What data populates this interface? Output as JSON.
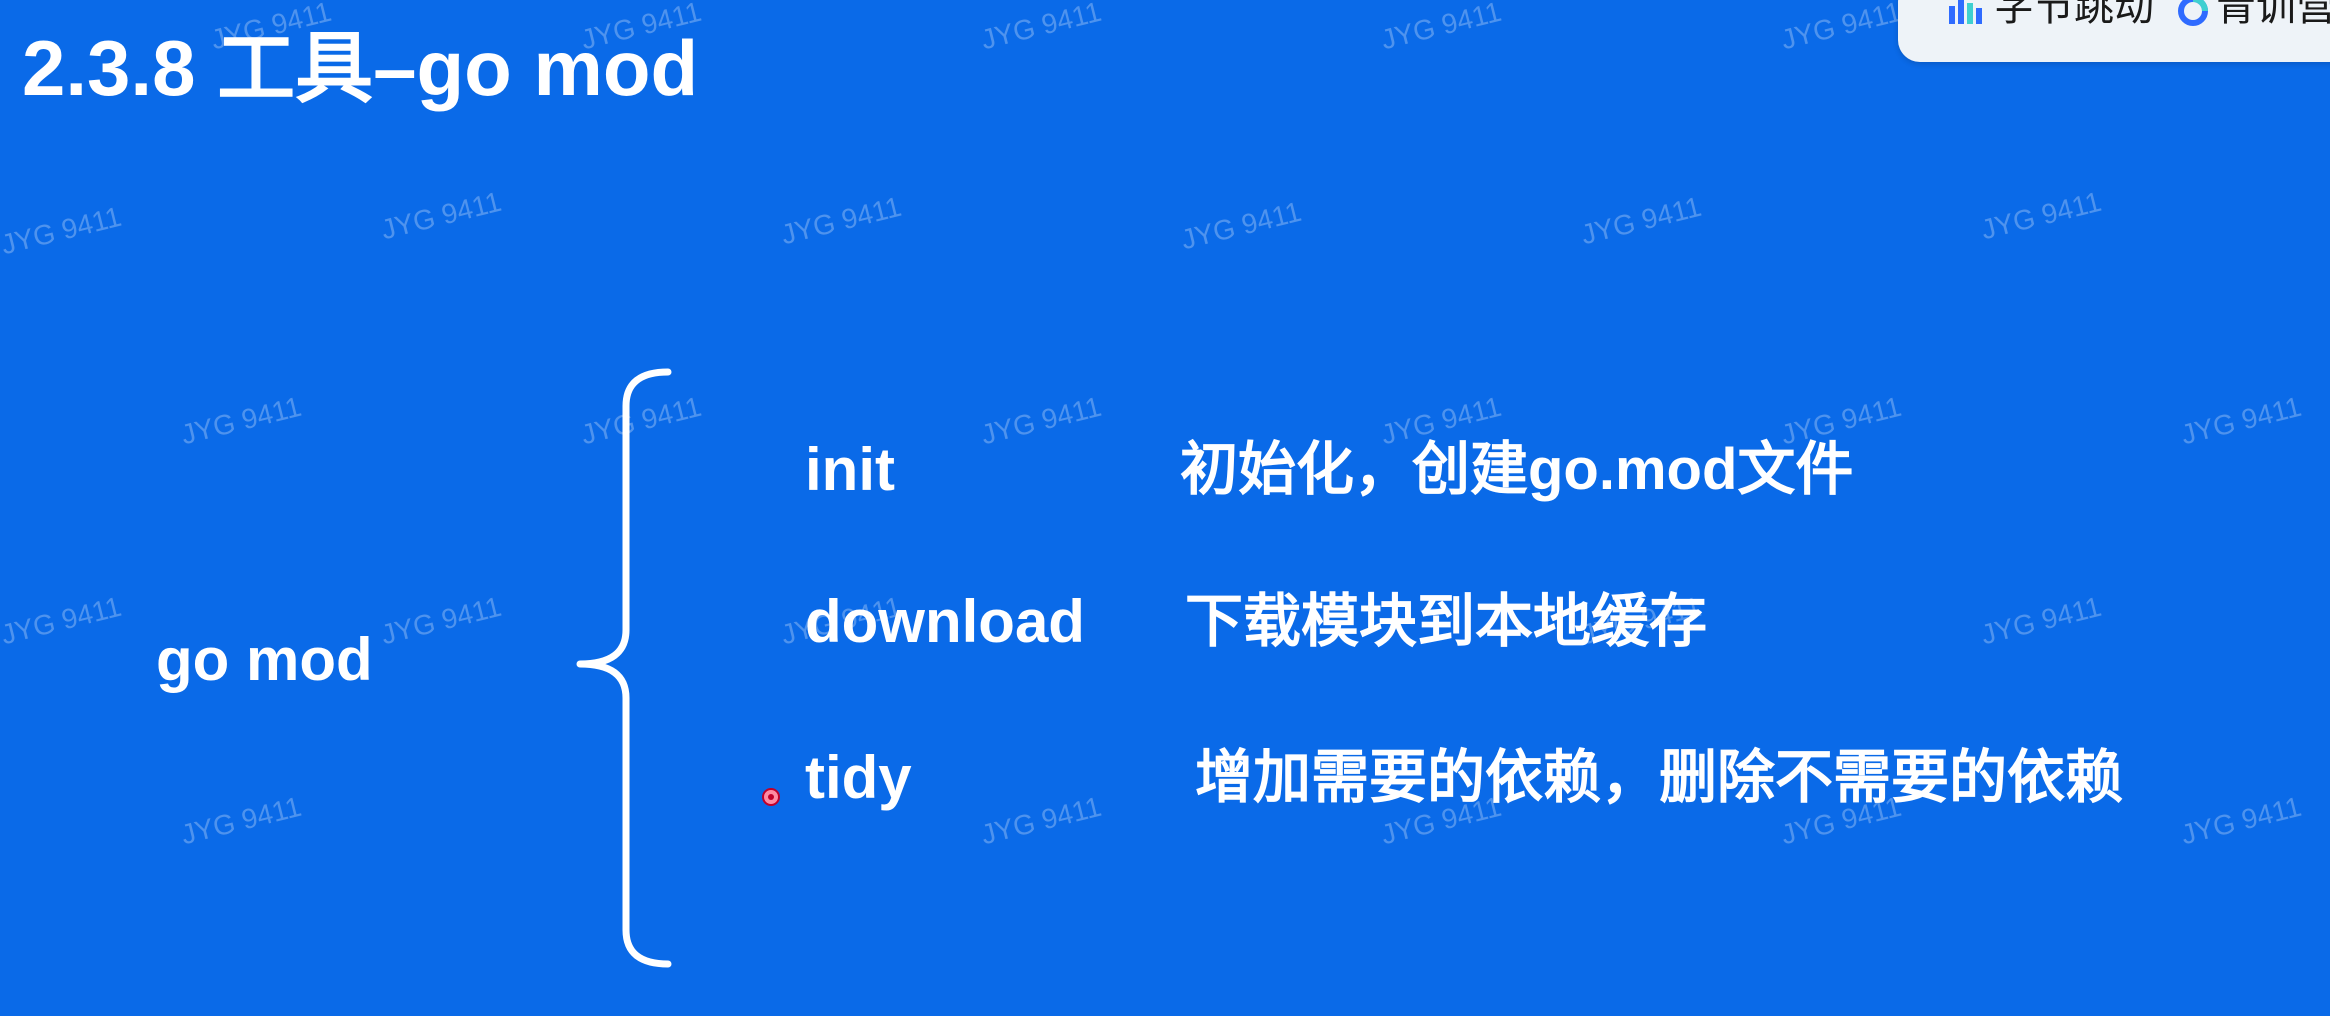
{
  "slide": {
    "title": "2.3.8 工具–go mod",
    "brand_badge": {
      "brand_text": "字节跳动",
      "camp_text": "青训营"
    },
    "root_label": "go mod",
    "commands": [
      {
        "name": "init",
        "description": "初始化，创建go.mod文件"
      },
      {
        "name": "download",
        "description": "下载模块到本地缓存"
      },
      {
        "name": "tidy",
        "description": "增加需要的依赖，删除不需要的依赖"
      }
    ],
    "watermark": "JYG 9411"
  },
  "colors": {
    "background": "#0a6ae8",
    "text": "#ffffff",
    "badge_bg": "#eef3f8",
    "brand_accent": "#2f6bff"
  },
  "icons": {
    "brand_logo": "bytedance-logo-icon",
    "camp_logo": "youth-camp-logo-icon",
    "cursor": "pointer-cursor-icon"
  }
}
